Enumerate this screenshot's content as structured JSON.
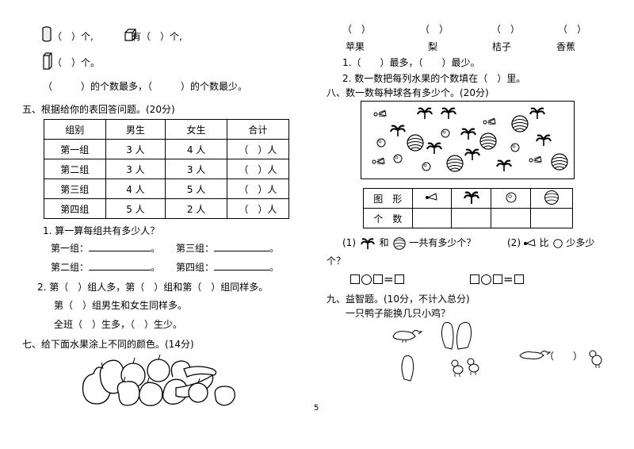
{
  "left": {
    "q_top": {
      "line1_a": "（　）个,",
      "line1_b": "有（　）个,",
      "line2": "（　）个。",
      "line3": "（　　　）的个数最多，（　　　）的个数最少。"
    },
    "sec5": {
      "title": "五、根据给你的表回答问题。(20分)",
      "headers": [
        "组别",
        "男生",
        "女生",
        "合计"
      ],
      "rows": [
        [
          "第一组",
          "3 人",
          "4 人",
          "（　）人"
        ],
        [
          "第二组",
          "3 人",
          "3 人",
          "（　）人"
        ],
        [
          "第三组",
          "4 人",
          "5 人",
          "（　）人"
        ],
        [
          "第四组",
          "5 人",
          "2 人",
          "（　）人"
        ]
      ],
      "q1": "1. 算一算每组共有多少人？",
      "g1": "第一组：",
      "g3": "第三组：",
      "g2": "第二组：",
      "g4": "第四组：",
      "dot": "。",
      "q2a": "2. 第（　）组人多，第（　）组和第（　）组同样多。",
      "q2b": "第（　）组男生和女生同样多。",
      "q2c": "全班（　）生多，（　）生少。"
    },
    "sec7": {
      "title": "七、给下面水果涂上不同的颜色。(14分)"
    }
  },
  "right": {
    "fruit_blanks": [
      "（　）",
      "（　）",
      "（　）",
      "（　）"
    ],
    "fruit_names": [
      "苹果",
      "梨",
      "桔子",
      "香蕉"
    ],
    "fq1": "1.（　　）最多，（　　）最少。",
    "fq2": "2. 数一数把每列水果的个数填在（　）里。",
    "sec8": {
      "title": "八、数一数每种球各有多少个。(20分)",
      "table_label1": "图　形",
      "table_label2": "个　数",
      "q1a": "(1)",
      "q1b": "和",
      "q1c": "一共有多少个？",
      "q2a": "(2)",
      "q2b": "比",
      "q2c": "少多少",
      "q_cont": "个？",
      "ops": [
        "=",
        "="
      ]
    },
    "sec9": {
      "title": "九、益智题。(10分，不计入总分)",
      "q": "一只鸭子能换几只小鸡？",
      "answer_blank": "（　　）"
    }
  },
  "page_number": "5"
}
